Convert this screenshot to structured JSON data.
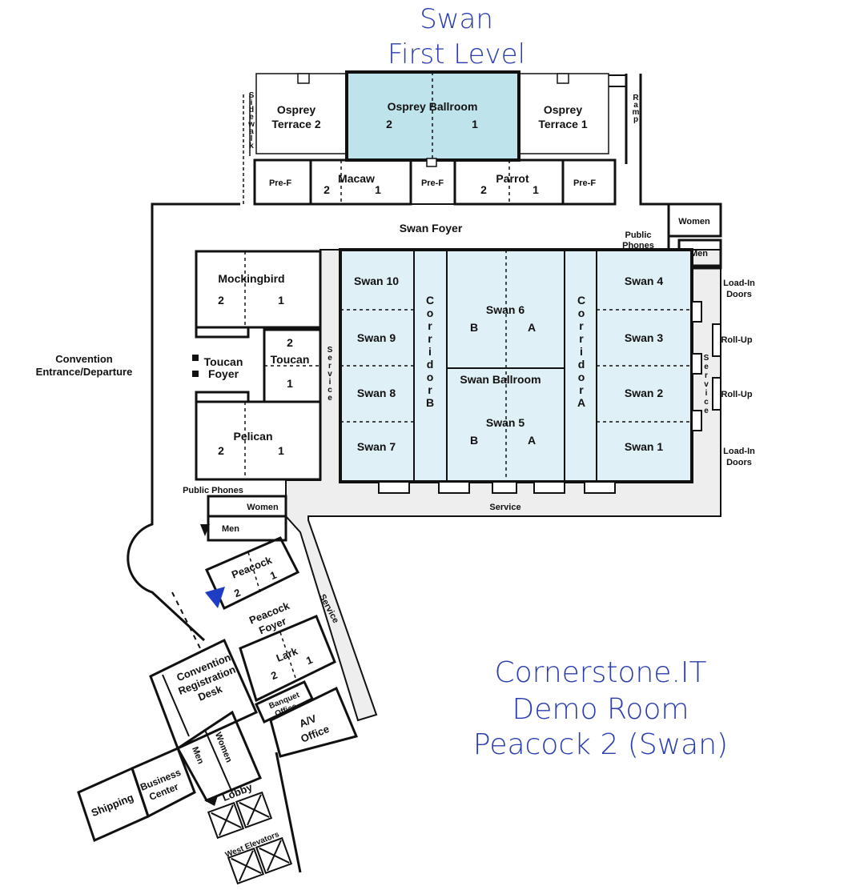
{
  "title": {
    "line1": "Swan",
    "line2": "First Level"
  },
  "note": {
    "line1": "Cornerstone.IT",
    "line2": "Demo Room",
    "line3": "Peacock 2 (Swan)"
  },
  "colors": {
    "ink": "#111111",
    "accent": "#2a3db0",
    "ballroom_fill": "#dff0f6",
    "osprey_fill": "#bfe3ea",
    "service_fill": "#eeeeee"
  },
  "labels": {
    "osprey_terrace_2": [
      "Osprey",
      "Terrace 2"
    ],
    "osprey_ballroom": "Osprey Ballroom",
    "osprey_terrace_1": [
      "Osprey",
      "Terrace 1"
    ],
    "sidewalk": "Sidewalk",
    "ramp": "Ramp",
    "pre_f": "Pre-F",
    "macaw": "Macaw",
    "parrot": "Parrot",
    "swan_foyer": "Swan Foyer",
    "women": "Women",
    "men": "Men",
    "public_phones": [
      "Public",
      "Phones"
    ],
    "public_phones_single": "Public Phones",
    "mockingbird": "Mockingbird",
    "toucan": "Toucan",
    "toucan_foyer": [
      "Toucan",
      "Foyer"
    ],
    "pelican": "Pelican",
    "convention": [
      "Convention",
      "Entrance/Departure"
    ],
    "service": "Service",
    "corridor_b": "CorridorB",
    "corridor_a": "CorridorA",
    "swan_10": "Swan 10",
    "swan_9": "Swan 9",
    "swan_8": "Swan 8",
    "swan_7": "Swan 7",
    "swan_6": "Swan 6",
    "swan_5": "Swan 5",
    "swan_ballroom": "Swan Ballroom",
    "swan_4": "Swan 4",
    "swan_3": "Swan 3",
    "swan_2": "Swan 2",
    "swan_1": "Swan 1",
    "load_in": [
      "Load-In",
      "Doors"
    ],
    "roll_up": "Roll-Up",
    "peacock": "Peacock",
    "peacock_foyer": [
      "Peacock",
      "Foyer"
    ],
    "lark": "Lark",
    "banquet": [
      "Banquet",
      "Office"
    ],
    "av_office": [
      "A/V",
      "Office"
    ],
    "registration": [
      "Convention",
      "Registration",
      "Desk"
    ],
    "shipping": "Shipping",
    "business": [
      "Business",
      "Center"
    ],
    "lobby": "Lobby",
    "west_elevators": "West Elevators",
    "n1": "1",
    "n2": "2",
    "nA": "A",
    "nB": "B"
  }
}
